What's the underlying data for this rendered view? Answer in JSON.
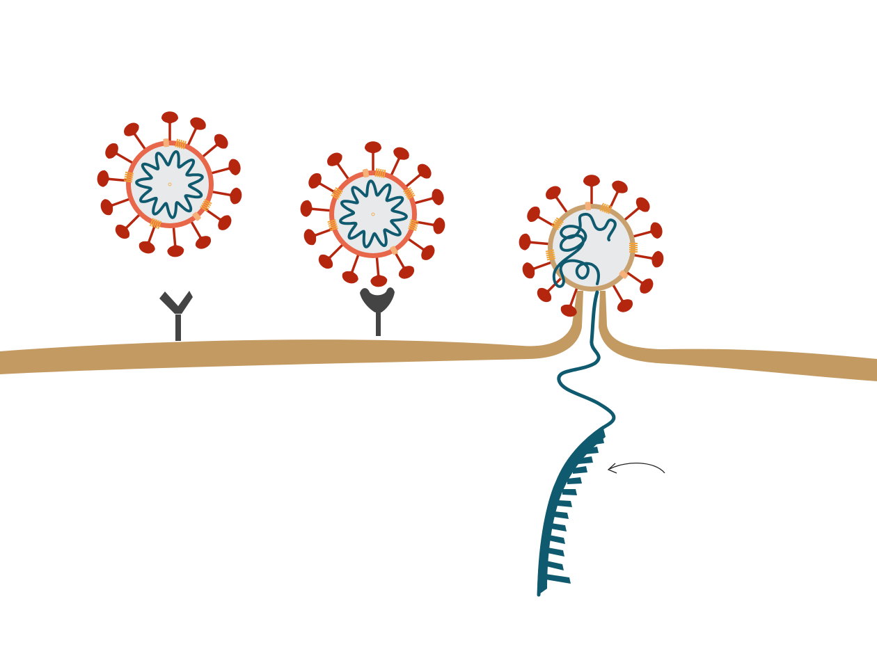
{
  "colors": {
    "background": "#ffffff",
    "membrane": "#c49a63",
    "envelope": "#e8664a",
    "fused_envelope": "#c9a16e",
    "spike": "#b5260f",
    "rna": "#0f5a6e",
    "capsid_interior": "#e7e9ea",
    "envelope_protein": "#f2a33a",
    "membrane_protein": "#f6b07a",
    "receptor": "#444444",
    "arrow": "#222222"
  },
  "diagram": {
    "stages": [
      {
        "name": "virus-approaching",
        "receptor_state": "unbound"
      },
      {
        "name": "virus-bound",
        "receptor_state": "bound"
      },
      {
        "name": "virus-fusion",
        "receptor_state": "fused"
      }
    ],
    "elements": [
      "cell-membrane",
      "ace2-receptor",
      "spike-protein",
      "viral-rna",
      "ribosome-translation",
      "pointer-arrow"
    ]
  }
}
